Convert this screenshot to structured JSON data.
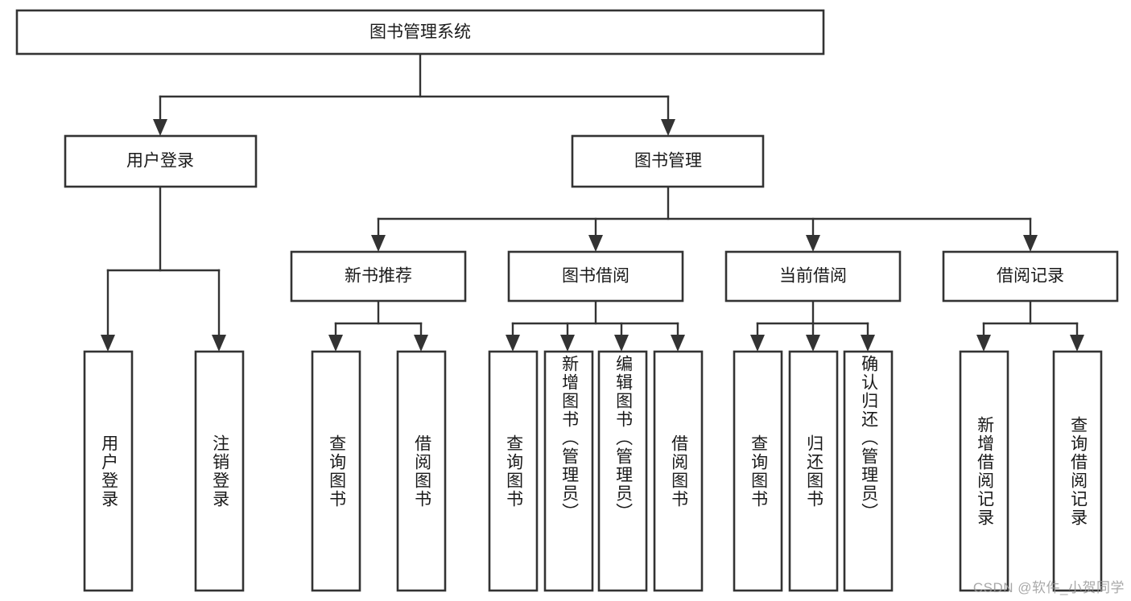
{
  "diagram": {
    "type": "tree-hierarchy",
    "title": "图书管理系统",
    "watermark": "CSDN @软件_小贺同学",
    "colors": {
      "box_stroke": "#333333",
      "box_fill": "#ffffff",
      "connector": "#333333",
      "text": "#1a1a1a",
      "watermark": "#9a9a9a",
      "background": "#ffffff"
    },
    "levels": {
      "root": {
        "label": "图书管理系统"
      },
      "level2": [
        {
          "label": "用户登录"
        },
        {
          "label": "图书管理"
        }
      ],
      "level3": [
        {
          "label": "新书推荐"
        },
        {
          "label": "图书借阅"
        },
        {
          "label": "当前借阅"
        },
        {
          "label": "借阅记录"
        }
      ],
      "leaves": {
        "user_login": [
          {
            "label": "用户登录"
          },
          {
            "label": "注销登录"
          }
        ],
        "new_book_recommend": [
          {
            "label": "查询图书"
          },
          {
            "label": "借阅图书"
          }
        ],
        "book_borrow": [
          {
            "label": "查询图书"
          },
          {
            "label": "新增图书（管理员）"
          },
          {
            "label": "编辑图书（管理员）"
          },
          {
            "label": "借阅图书"
          }
        ],
        "current_borrow": [
          {
            "label": "查询图书"
          },
          {
            "label": "归还图书"
          },
          {
            "label": "确认归还（管理员）"
          }
        ],
        "borrow_record": [
          {
            "label": "新增借阅记录"
          },
          {
            "label": "查询借阅记录"
          }
        ]
      }
    }
  }
}
